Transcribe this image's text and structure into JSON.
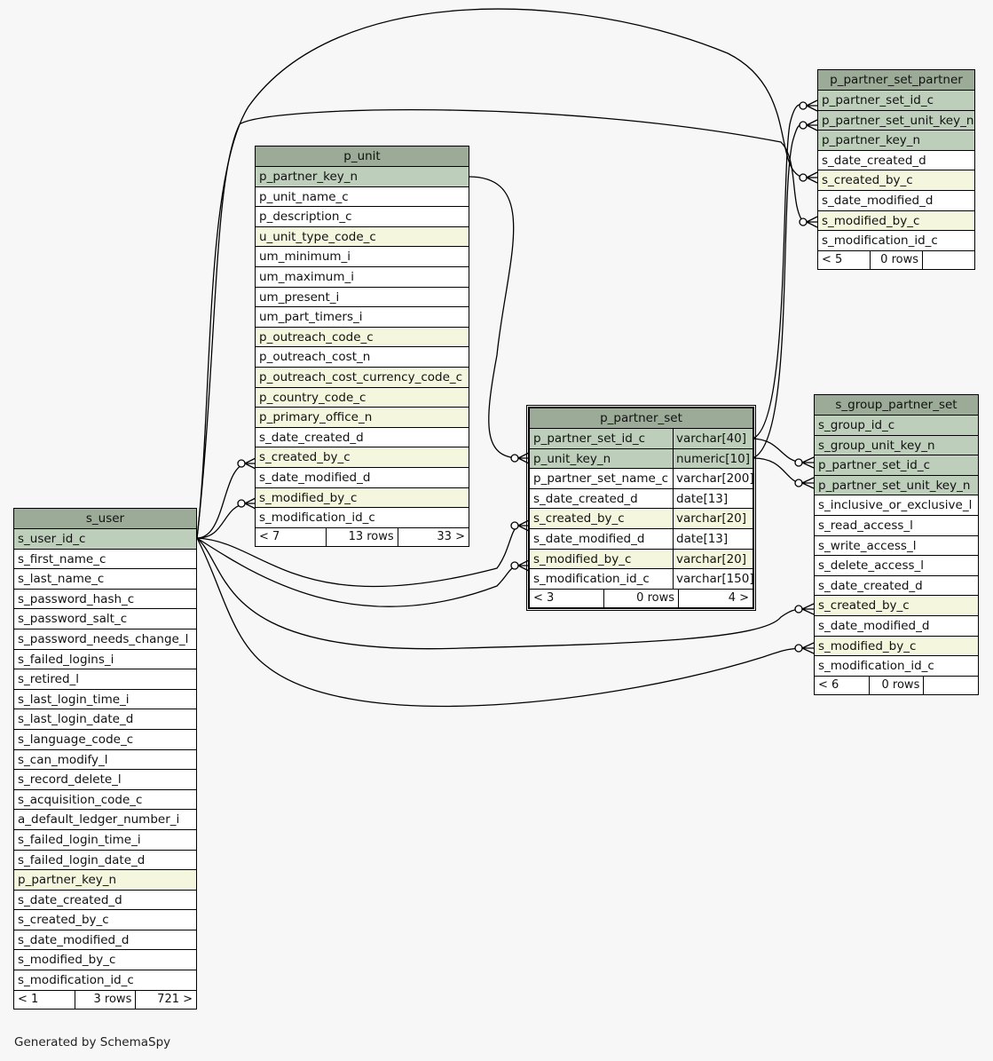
{
  "footer_text": "Generated by SchemaSpy",
  "tables": {
    "p_unit": {
      "title": "p_unit",
      "columns": [
        {
          "name": "p_partner_key_n",
          "kind": "pk"
        },
        {
          "name": "p_unit_name_c",
          "kind": "plain"
        },
        {
          "name": "p_description_c",
          "kind": "plain"
        },
        {
          "name": "u_unit_type_code_c",
          "kind": "fk"
        },
        {
          "name": "um_minimum_i",
          "kind": "plain"
        },
        {
          "name": "um_maximum_i",
          "kind": "plain"
        },
        {
          "name": "um_present_i",
          "kind": "plain"
        },
        {
          "name": "um_part_timers_i",
          "kind": "plain"
        },
        {
          "name": "p_outreach_code_c",
          "kind": "fk"
        },
        {
          "name": "p_outreach_cost_n",
          "kind": "plain"
        },
        {
          "name": "p_outreach_cost_currency_code_c",
          "kind": "fk"
        },
        {
          "name": "p_country_code_c",
          "kind": "fk"
        },
        {
          "name": "p_primary_office_n",
          "kind": "fk"
        },
        {
          "name": "s_date_created_d",
          "kind": "plain"
        },
        {
          "name": "s_created_by_c",
          "kind": "fk"
        },
        {
          "name": "s_date_modified_d",
          "kind": "plain"
        },
        {
          "name": "s_modified_by_c",
          "kind": "fk"
        },
        {
          "name": "s_modification_id_c",
          "kind": "plain"
        }
      ],
      "footer": [
        "< 7",
        "13 rows",
        "33 >"
      ]
    },
    "s_user": {
      "title": "s_user",
      "columns": [
        {
          "name": "s_user_id_c",
          "kind": "pk"
        },
        {
          "name": "s_first_name_c",
          "kind": "plain"
        },
        {
          "name": "s_last_name_c",
          "kind": "plain"
        },
        {
          "name": "s_password_hash_c",
          "kind": "plain"
        },
        {
          "name": "s_password_salt_c",
          "kind": "plain"
        },
        {
          "name": "s_password_needs_change_l",
          "kind": "plain"
        },
        {
          "name": "s_failed_logins_i",
          "kind": "plain"
        },
        {
          "name": "s_retired_l",
          "kind": "plain"
        },
        {
          "name": "s_last_login_time_i",
          "kind": "plain"
        },
        {
          "name": "s_last_login_date_d",
          "kind": "plain"
        },
        {
          "name": "s_language_code_c",
          "kind": "plain"
        },
        {
          "name": "s_can_modify_l",
          "kind": "plain"
        },
        {
          "name": "s_record_delete_l",
          "kind": "plain"
        },
        {
          "name": "s_acquisition_code_c",
          "kind": "plain"
        },
        {
          "name": "a_default_ledger_number_i",
          "kind": "plain"
        },
        {
          "name": "s_failed_login_time_i",
          "kind": "plain"
        },
        {
          "name": "s_failed_login_date_d",
          "kind": "plain"
        },
        {
          "name": "p_partner_key_n",
          "kind": "fk"
        },
        {
          "name": "s_date_created_d",
          "kind": "plain"
        },
        {
          "name": "s_created_by_c",
          "kind": "plain"
        },
        {
          "name": "s_date_modified_d",
          "kind": "plain"
        },
        {
          "name": "s_modified_by_c",
          "kind": "plain"
        },
        {
          "name": "s_modification_id_c",
          "kind": "plain"
        }
      ],
      "footer": [
        "< 1",
        "3 rows",
        "721 >"
      ]
    },
    "p_partner_set": {
      "title": "p_partner_set",
      "columns": [
        {
          "name": "p_partner_set_id_c",
          "type": "varchar[40]",
          "kind": "pk"
        },
        {
          "name": "p_unit_key_n",
          "type": "numeric[10]",
          "kind": "pk"
        },
        {
          "name": "p_partner_set_name_c",
          "type": "varchar[200]",
          "kind": "plain"
        },
        {
          "name": "s_date_created_d",
          "type": "date[13]",
          "kind": "plain"
        },
        {
          "name": "s_created_by_c",
          "type": "varchar[20]",
          "kind": "fk"
        },
        {
          "name": "s_date_modified_d",
          "type": "date[13]",
          "kind": "plain"
        },
        {
          "name": "s_modified_by_c",
          "type": "varchar[20]",
          "kind": "fk"
        },
        {
          "name": "s_modification_id_c",
          "type": "varchar[150]",
          "kind": "plain"
        }
      ],
      "footer": [
        "< 3",
        "0 rows",
        "4 >"
      ]
    },
    "p_partner_set_partner": {
      "title": "p_partner_set_partner",
      "columns": [
        {
          "name": "p_partner_set_id_c",
          "kind": "pk"
        },
        {
          "name": "p_partner_set_unit_key_n",
          "kind": "pk"
        },
        {
          "name": "p_partner_key_n",
          "kind": "pk"
        },
        {
          "name": "s_date_created_d",
          "kind": "plain"
        },
        {
          "name": "s_created_by_c",
          "kind": "fk"
        },
        {
          "name": "s_date_modified_d",
          "kind": "plain"
        },
        {
          "name": "s_modified_by_c",
          "kind": "fk"
        },
        {
          "name": "s_modification_id_c",
          "kind": "plain"
        }
      ],
      "footer": [
        "< 5",
        "0 rows",
        ""
      ]
    },
    "s_group_partner_set": {
      "title": "s_group_partner_set",
      "columns": [
        {
          "name": "s_group_id_c",
          "kind": "pk"
        },
        {
          "name": "s_group_unit_key_n",
          "kind": "pk"
        },
        {
          "name": "p_partner_set_id_c",
          "kind": "pk"
        },
        {
          "name": "p_partner_set_unit_key_n",
          "kind": "pk"
        },
        {
          "name": "s_inclusive_or_exclusive_l",
          "kind": "plain"
        },
        {
          "name": "s_read_access_l",
          "kind": "plain"
        },
        {
          "name": "s_write_access_l",
          "kind": "plain"
        },
        {
          "name": "s_delete_access_l",
          "kind": "plain"
        },
        {
          "name": "s_date_created_d",
          "kind": "plain"
        },
        {
          "name": "s_created_by_c",
          "kind": "fk"
        },
        {
          "name": "s_date_modified_d",
          "kind": "plain"
        },
        {
          "name": "s_modified_by_c",
          "kind": "fk"
        },
        {
          "name": "s_modification_id_c",
          "kind": "plain"
        }
      ],
      "footer": [
        "< 6",
        "0 rows",
        ""
      ]
    }
  }
}
